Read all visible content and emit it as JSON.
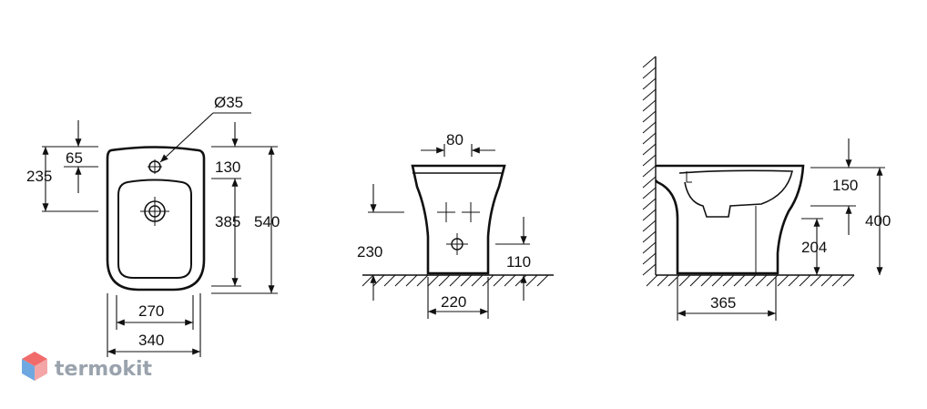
{
  "front_view": {
    "dims": {
      "hole_diameter": "Ø35",
      "dim_65": "65",
      "dim_235": "235",
      "dim_130": "130",
      "dim_385": "385",
      "dim_540": "540",
      "dim_270": "270",
      "dim_340": "340"
    }
  },
  "side_view": {
    "dims": {
      "dim_80": "80",
      "dim_230": "230",
      "dim_110": "110",
      "dim_220": "220"
    }
  },
  "profile_view": {
    "dims": {
      "dim_150": "150",
      "dim_400": "400",
      "dim_204": "204",
      "dim_365": "365"
    }
  },
  "watermark": {
    "brand": "termokit",
    "colors": {
      "top": "#f26b6b",
      "left": "#6fa8e0",
      "right": "#f4a6a6"
    }
  }
}
